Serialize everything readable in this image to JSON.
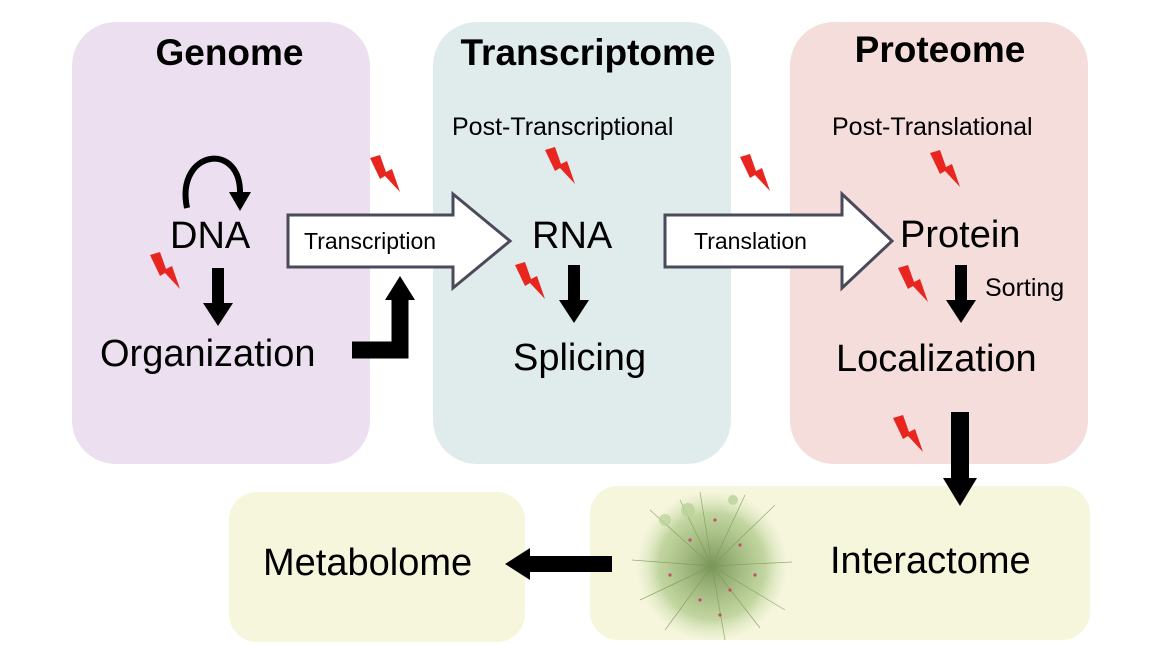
{
  "panels": {
    "genome": {
      "title": "Genome",
      "color": "#ebdff0"
    },
    "transcriptome": {
      "title": "Transcriptome",
      "color": "#dfeceb"
    },
    "proteome": {
      "title": "Proteome",
      "color": "#f4dddb"
    },
    "metabolome_box": {
      "color": "#f6f6dc"
    },
    "interactome_box": {
      "color": "#f6f6dc"
    }
  },
  "labels": {
    "dna": "DNA",
    "organization": "Organization",
    "post_transcriptional": "Post-Transcriptional",
    "rna": "RNA",
    "splicing": "Splicing",
    "post_translational": "Post-Translational",
    "protein": "Protein",
    "sorting": "Sorting",
    "localization": "Localization",
    "interactome": "Interactome",
    "metabolome": "Metabolome"
  },
  "arrows": {
    "transcription": "Transcription",
    "translation": "Translation"
  },
  "colors": {
    "lightning": "#e8261f",
    "arrow": "#000000",
    "arrow_outline": "#4a4a5a"
  }
}
